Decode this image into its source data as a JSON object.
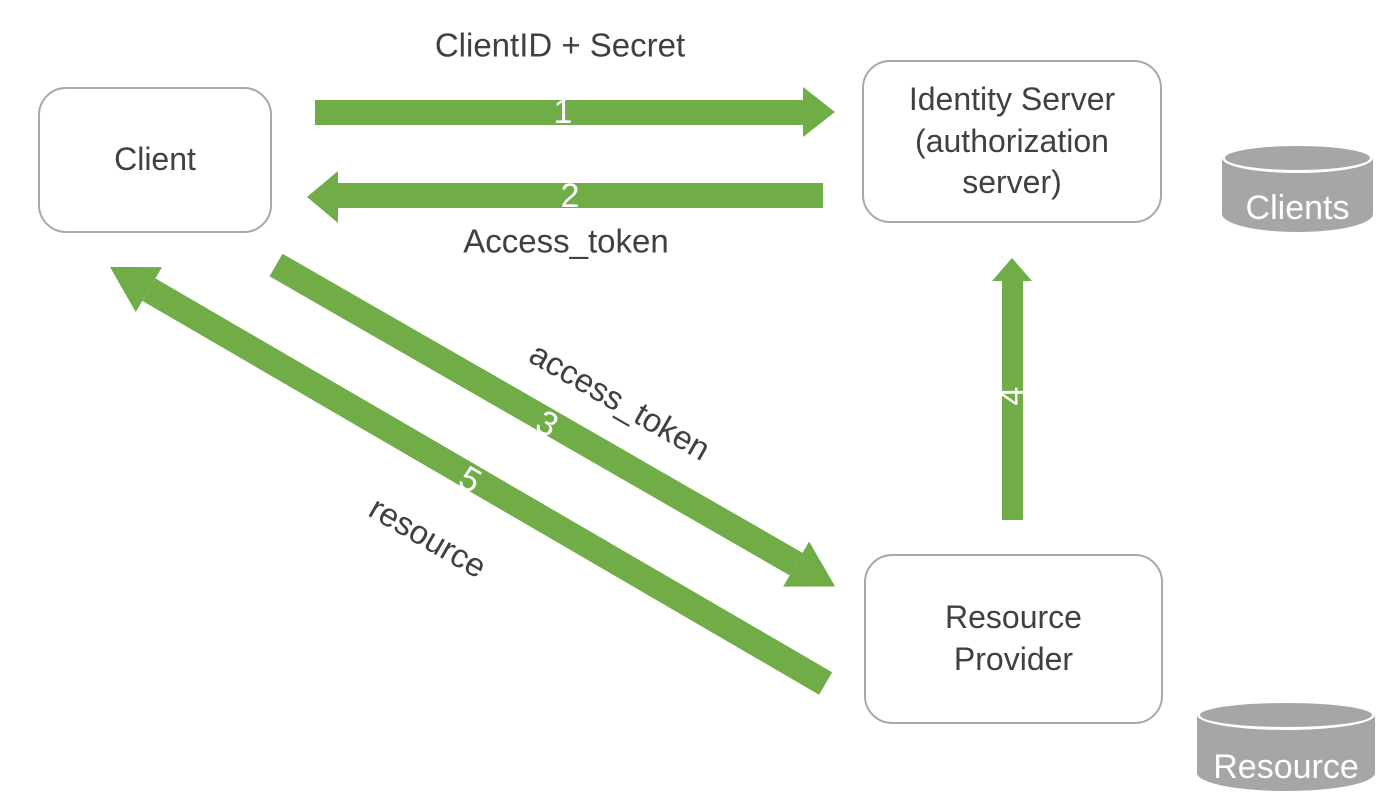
{
  "nodes": {
    "client": {
      "label": "Client"
    },
    "identity_server": {
      "label": "Identity Server\n(authorization\nserver)"
    },
    "resource_provider": {
      "label": "Resource\nProvider"
    },
    "clients_db": {
      "label": "Clients"
    },
    "resource_db": {
      "label": "Resource"
    }
  },
  "arrows": [
    {
      "number": "1",
      "label": "ClientID + Secret",
      "from": "client",
      "to": "identity_server"
    },
    {
      "number": "2",
      "label": "Access_token",
      "from": "identity_server",
      "to": "client"
    },
    {
      "number": "3",
      "label": "access_token",
      "from": "client",
      "to": "resource_provider"
    },
    {
      "number": "4",
      "label": "",
      "from": "resource_provider",
      "to": "identity_server"
    },
    {
      "number": "5",
      "label": "resource",
      "from": "resource_provider",
      "to": "client"
    }
  ],
  "colors": {
    "arrow_green": "#70AD47",
    "database_gray": "#A6A6A6",
    "node_border_gray": "#A8A8A8",
    "text_dark": "#404040",
    "arrow_number_white": "#FFFFFF"
  }
}
